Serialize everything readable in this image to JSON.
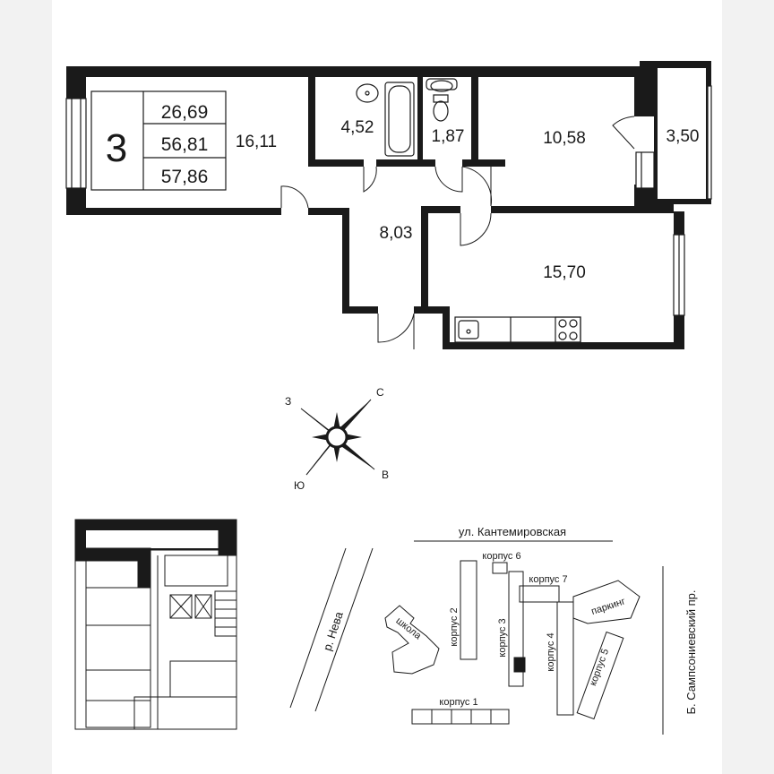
{
  "plan": {
    "rooms_count": "3",
    "areas": [
      "26,69",
      "56,81",
      "57,86"
    ],
    "room_areas": {
      "room_large": "16,11",
      "bathroom": "4,52",
      "toilet": "1,87",
      "bedroom": "10,58",
      "balcony": "3,50",
      "hall": "8,03",
      "kitchen": "15,70"
    }
  },
  "compass": {
    "north": "С",
    "west": "З",
    "east": "В",
    "south": "Ю"
  },
  "site_map": {
    "street_top": "ул. Кантемировская",
    "street_right": "Б. Сампсониевский пр.",
    "river": "р. Нева",
    "school": "школа",
    "parking": "паркинг",
    "buildings": [
      "корпус 1",
      "корпус 2",
      "корпус 3",
      "корпус 4",
      "корпус 5",
      "корпус 6",
      "корпус 7"
    ]
  }
}
